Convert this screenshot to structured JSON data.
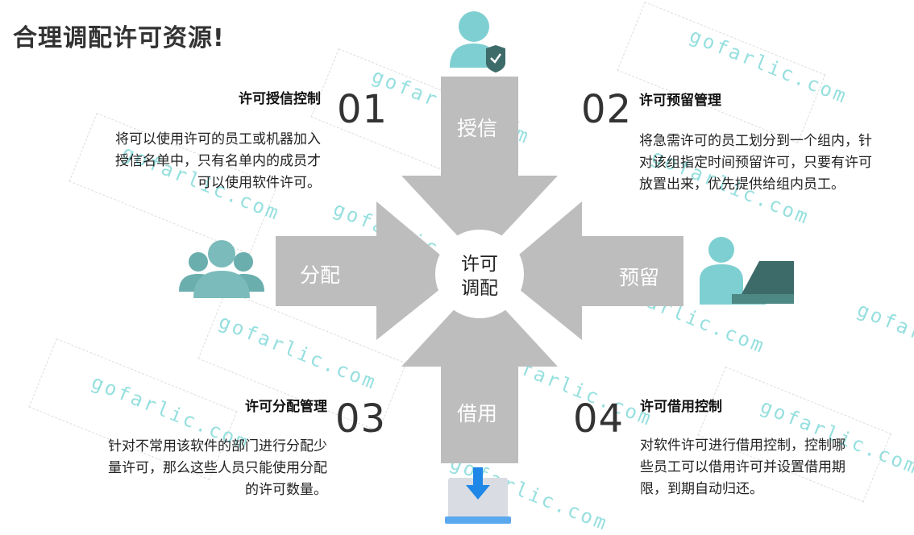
{
  "title": "合理调配许可资源!",
  "center": {
    "line1": "许可",
    "line2": "调配"
  },
  "arrows": {
    "top": "授信",
    "left": "分配",
    "right": "预留",
    "bottom": "借用"
  },
  "sections": [
    {
      "num": "01",
      "title": "许可授信控制",
      "lines": [
        "将可以使用许可的员工或机器加入",
        "授信名单中，只有名单内的成员才",
        "可以使用软件许可。"
      ]
    },
    {
      "num": "02",
      "title": "许可预留管理",
      "lines": [
        "将急需许可的员工划分到一个组内，针",
        "对该组指定时间预留许可，只要有许可",
        "放置出来，优先提供给组内员工。"
      ]
    },
    {
      "num": "03",
      "title": "许可分配管理",
      "lines": [
        "针对不常用该软件的部门进行分配少",
        "量许可，那么这些人员只能使用分配",
        "的许可数量。"
      ]
    },
    {
      "num": "04",
      "title": "许可借用控制",
      "lines": [
        "对软件许可进行借用控制，控制哪",
        "些员工可以借用许可并设置借用期",
        "限，到期自动归还。"
      ]
    }
  ],
  "watermark": "gofarlic.com",
  "colors": {
    "arrow": "#bdbdbd",
    "teal": "#7ecfd1",
    "teal_dark": "#6aaeae",
    "dark_teal": "#3d6b69",
    "blue": "#1f87e8",
    "light_blue": "#5aa9ef"
  },
  "icons": [
    "user-shield-icon",
    "group-icon",
    "person-laptop-icon",
    "download-tray-icon"
  ]
}
